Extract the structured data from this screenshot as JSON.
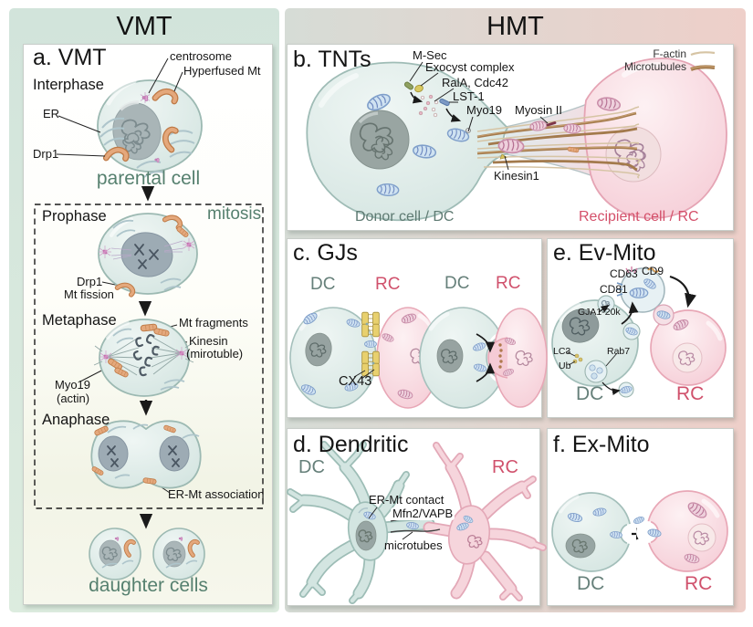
{
  "header": {
    "vmt": "VMT",
    "hmt": "HMT"
  },
  "panel_a": {
    "title": "a. VMT",
    "interphase": "Interphase",
    "prophase": "Prophase",
    "metaphase": "Metaphase",
    "anaphase": "Anaphase",
    "centrosome": "centrosome",
    "hyperfused_mt": "Hyperfused Mt",
    "er": "ER",
    "drp1": "Drp1",
    "parental_cell": "parental cell",
    "mitosis": "mitosis",
    "drp1_fission_line1": "Drp1",
    "drp1_fission_line2": "Mt fission",
    "mt_fragments": "Mt fragments",
    "kinesin": "Kinesin",
    "kinesin_note": "(mirotuble)",
    "myo19": "Myo19",
    "myo19_note": "(actin)",
    "er_mt_association": "ER-Mt association",
    "daughter_cells": "daughter cells"
  },
  "panel_b": {
    "title": "b. TNTs",
    "m_sec": "M-Sec",
    "exocyst_complex": "Exocyst complex",
    "rala_cdc42": "RalA, Cdc42",
    "lst1": "LST-1",
    "myo19": "Myo19",
    "myosin_ii": "Myosin II",
    "kinesin1": "Kinesin1",
    "donor_cell": "Donor cell / DC",
    "recipient_cell": "Recipient cell / RC",
    "legend_f_actin": "F-actin",
    "legend_microtubules": "Microtubules"
  },
  "panel_c": {
    "title": "c. GJs",
    "dc": "DC",
    "rc": "RC",
    "cx43": "CX43"
  },
  "panel_d": {
    "title": "d. Dendritic",
    "dc": "DC",
    "rc": "RC",
    "er_mt_contact": "ER-Mt contact",
    "mfn2_vapb": "Mfn2/VAPB",
    "microtubes": "microtubes"
  },
  "panel_e": {
    "title": "e. Ev-Mito",
    "cd63": "CD63",
    "cd9": "CD9",
    "cd81": "CD81",
    "gja1_20k": "GJA1-20k",
    "lc3": "LC3",
    "ub": "Ub",
    "rab7": "Rab7",
    "dc": "DC",
    "rc": "RC"
  },
  "panel_f": {
    "title": "f. Ex-Mito",
    "dc": "DC",
    "rc": "RC"
  },
  "colors": {
    "dc_text": "#66807a",
    "rc_text": "#d0516c",
    "teal_text": "#56806f",
    "donor_fill": "#d5e6e2",
    "recipient_fill": "#f7d2db",
    "mito_orange": "#e2a678",
    "microtubule": "#a37a4c",
    "f_actin": "#d6c4a4",
    "gap_junction": "#e8d06e"
  }
}
